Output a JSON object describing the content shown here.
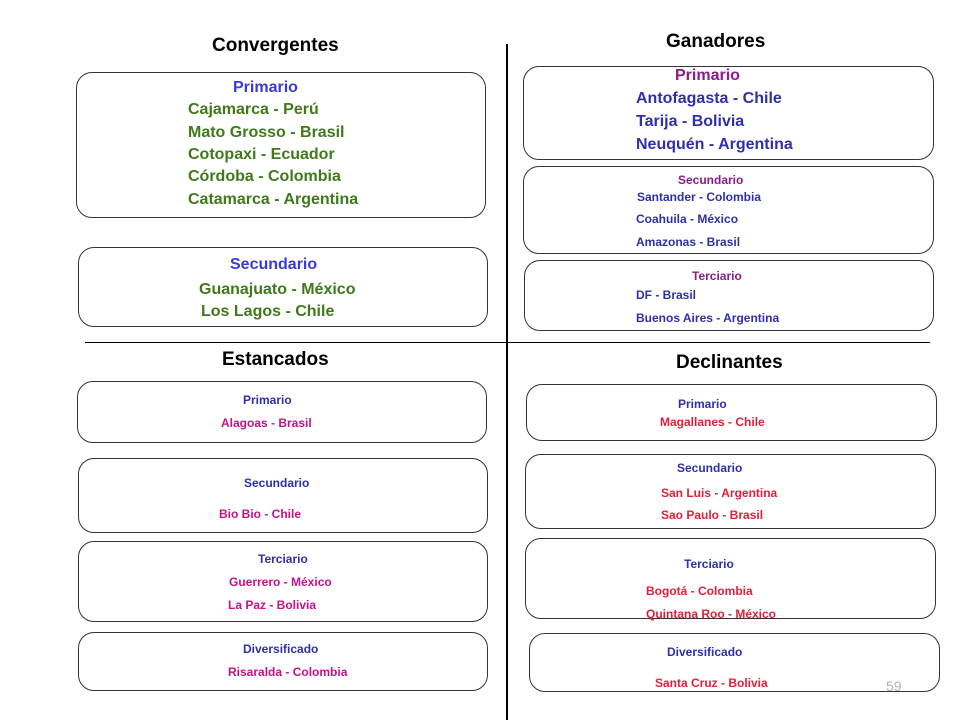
{
  "quadrants": {
    "convergentes": {
      "title": "Convergentes",
      "primario": {
        "label": "Primario",
        "items": [
          "Cajamarca - Perú",
          "Mato Grosso - Brasil",
          "Cotopaxi - Ecuador",
          "Córdoba - Colombia",
          "Catamarca - Argentina"
        ]
      },
      "secundario": {
        "label": "Secundario",
        "items": [
          "Guanajuato - México",
          "Los Lagos - Chile"
        ]
      }
    },
    "ganadores": {
      "title": "Ganadores",
      "primario": {
        "label": "Primario",
        "items": [
          "Antofagasta - Chile",
          "Tarija - Bolivia",
          "Neuquén - Argentina"
        ]
      },
      "secundario": {
        "label": "Secundario",
        "items": [
          "Santander - Colombia",
          "Coahuila - México",
          "Amazonas - Brasil"
        ]
      },
      "terciario": {
        "label": "Terciario",
        "items": [
          "DF - Brasil",
          "Buenos Aires - Argentina"
        ]
      }
    },
    "estancados": {
      "title": "Estancados",
      "primario": {
        "label": "Primario",
        "items": [
          "Alagoas - Brasil"
        ]
      },
      "secundario": {
        "label": "Secundario",
        "items": [
          "Bio Bio - Chile"
        ]
      },
      "terciario": {
        "label": "Terciario",
        "items": [
          "Guerrero - México",
          "La Paz - Bolivia"
        ]
      },
      "diversificado": {
        "label": "Diversificado",
        "items": [
          "Risaralda - Colombia"
        ]
      }
    },
    "declinantes": {
      "title": "Declinantes",
      "primario": {
        "label": "Primario",
        "items": [
          "Magallanes - Chile"
        ]
      },
      "secundario": {
        "label": "Secundario",
        "items": [
          "San Luis - Argentina",
          "Sao Paulo - Brasil"
        ]
      },
      "terciario": {
        "label": "Terciario",
        "items": [
          "Bogotá - Colombia",
          "Quintana Roo - México"
        ]
      },
      "diversificado": {
        "label": "Diversificado",
        "items": [
          "Santa Cruz - Bolivia"
        ]
      }
    }
  },
  "page_number": "59",
  "colors": {
    "label_blue": "#3a3ad6",
    "item_green": "#3f7a1a",
    "label_purple": "#8b1a8b",
    "item_navy": "#2f2fa8",
    "item_magenta": "#c8108a",
    "item_red": "#e0203a"
  }
}
